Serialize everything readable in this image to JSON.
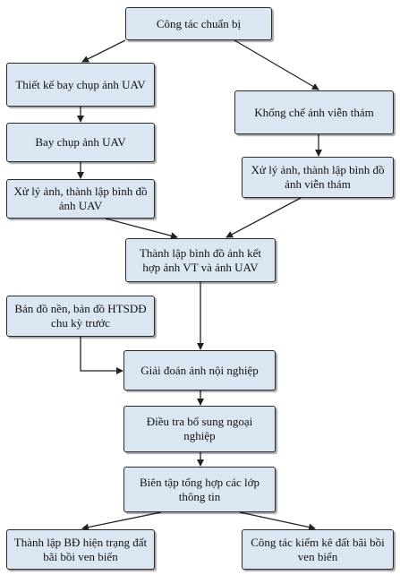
{
  "nodes": [
    {
      "id": "cong_tac",
      "label": "Công tác chuẩn bị"
    },
    {
      "id": "thiet_ke",
      "label": "Thiết kế bay chụp ảnh UAV"
    },
    {
      "id": "khong_che",
      "label": "Khống chế ảnh viễn thám"
    },
    {
      "id": "bay_chup",
      "label": "Bay chụp ảnh UAV"
    },
    {
      "id": "xu_ly_uav",
      "label": "Xử lý ảnh, thành lập bình đồ ảnh UAV"
    },
    {
      "id": "xu_ly_vt",
      "label": "Xử lý ảnh, thành lập bình đồ ảnh viễn thám"
    },
    {
      "id": "thanh_lap_bd",
      "label": "Thành lập bình đồ ảnh kết hợp ảnh VT và ảnh UAV"
    },
    {
      "id": "ban_do_nen",
      "label": "Bản đồ nền, bản đồ HTSDĐ chu kỳ trước"
    },
    {
      "id": "giai_doan",
      "label": "Giải đoán ảnh nội nghiệp"
    },
    {
      "id": "dieu_tra",
      "label": "Điều tra bổ sung ngoại nghiệp"
    },
    {
      "id": "bien_tap",
      "label": "Biên tập tổng hợp các lớp thông tin"
    },
    {
      "id": "thanh_lap_ht",
      "label": "Thành lập BĐ hiện trạng đất bãi bồi ven biển"
    },
    {
      "id": "kiem_ke",
      "label": "Công tác kiểm kê đất bãi bồi ven biển"
    }
  ],
  "edges": [
    {
      "from": "cong_tac",
      "to": "thiet_ke"
    },
    {
      "from": "cong_tac",
      "to": "khong_che"
    },
    {
      "from": "thiet_ke",
      "to": "bay_chup"
    },
    {
      "from": "bay_chup",
      "to": "xu_ly_uav"
    },
    {
      "from": "khong_che",
      "to": "xu_ly_vt"
    },
    {
      "from": "xu_ly_uav",
      "to": "thanh_lap_bd"
    },
    {
      "from": "xu_ly_vt",
      "to": "thanh_lap_bd"
    },
    {
      "from": "thanh_lap_bd",
      "to": "giai_doan"
    },
    {
      "from": "ban_do_nen",
      "to": "giai_doan"
    },
    {
      "from": "giai_doan",
      "to": "dieu_tra"
    },
    {
      "from": "dieu_tra",
      "to": "bien_tap"
    },
    {
      "from": "bien_tap",
      "to": "thanh_lap_ht"
    },
    {
      "from": "bien_tap",
      "to": "kiem_ke"
    }
  ],
  "colors": {
    "box_fill": "#dbe6f3",
    "box_border": "#2b2b2b",
    "line": "#222222"
  }
}
